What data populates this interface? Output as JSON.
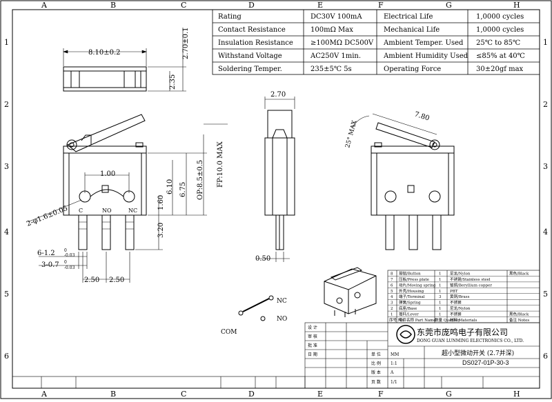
{
  "frame": {
    "columns": [
      "A",
      "B",
      "C",
      "D",
      "E",
      "F",
      "G",
      "H"
    ],
    "rows": [
      "1",
      "2",
      "3",
      "4",
      "5",
      "6"
    ]
  },
  "spec_table": [
    {
      "param": "Rating",
      "value": "DC30V 100mA",
      "param2": "Electrical Life",
      "value2": "1,0000 cycles"
    },
    {
      "param": "Contact Resistance",
      "value": "100mΩ Max",
      "param2": "Mechanical Life",
      "value2": "1,0000 cycles"
    },
    {
      "param": "Insulation Resistance",
      "value": "≥100MΩ DC500V",
      "param2": "Ambient Temper. Used",
      "value2": "25℃ to 85℃"
    },
    {
      "param": "Withstand Voltage",
      "value": "AC250V 1min.",
      "param2": "Ambient Humidity Used",
      "value2": "≤85% at 40℃"
    },
    {
      "param": "Soldering Temper.",
      "value": "235±5℃ 5s",
      "param2": "Operating Force",
      "value2": "30±20gf max"
    }
  ],
  "dimensions": {
    "body_width": "8.10±0.2",
    "top_height": "2.70±0.1",
    "top_inner": "2.35",
    "pitch": "1.00",
    "h610": "6.10",
    "h675": "6.75",
    "op": "OP:8.5±0.5",
    "fp": "FP:10.0 MAX",
    "h160": "1.60",
    "h320": "3.20",
    "hole": "2-φ1.6±0.05",
    "pin_w": "6-1.2",
    "pin_t": "3-0.7",
    "tol_up": "0",
    "tol_dn": "-0.03",
    "pitch_a": "2.50",
    "pitch_b": "2.50",
    "side_width": "2.70",
    "side_pin": "0.50",
    "lever_len": "7.80",
    "lever_angle": "25° MAX"
  },
  "pins": {
    "c": "C",
    "no": "NO",
    "nc": "NC"
  },
  "schematic": {
    "nc": "NC",
    "no": "NO",
    "com": "COM"
  },
  "bom": [
    {
      "no": "8",
      "name": "按钮/Button",
      "qty": "1",
      "mat": "尼龙/Nylon",
      "note": "黑色/Black"
    },
    {
      "no": "7",
      "name": "压板/Press plate",
      "qty": "1",
      "mat": "不锈钢/Stainless steel",
      "note": ""
    },
    {
      "no": "6",
      "name": "动片/Moving spring",
      "qty": "1",
      "mat": "铍铜/Beryllium copper",
      "note": ""
    },
    {
      "no": "5",
      "name": "外壳/Housing",
      "qty": "1",
      "mat": "PBT",
      "note": ""
    },
    {
      "no": "4",
      "name": "端子/Terminal",
      "qty": "3",
      "mat": "黄铜/Brass",
      "note": ""
    },
    {
      "no": "3",
      "name": "弹簧/Spring",
      "qty": "1",
      "mat": "不锈钢",
      "note": ""
    },
    {
      "no": "2",
      "name": "底座/Base",
      "qty": "1",
      "mat": "尼龙/Nylon",
      "note": ""
    },
    {
      "no": "1",
      "name": "摇杆/Lever",
      "qty": "1",
      "mat": "不锈钢",
      "note": "黑色/Black"
    }
  ],
  "bom_header": {
    "no": "序号 No.",
    "name": "零件名称 Part Name",
    "qty": "数量 Quantity",
    "mat": "材料 Materials",
    "note": "备注 Notes"
  },
  "title_block": {
    "company_cn": "东莞市庞鸣电子有限公司",
    "company_en": "DONG GUAN LUNMING ELECTRONICS CO., LTD.",
    "product": "超小型微动开关 (2.7并深)",
    "drawing_no": "DS027-01P-30-3",
    "labels": [
      "设 计",
      "审 核",
      "批 准",
      "日 期",
      "单 位",
      "比 例",
      "版 本",
      "页 数"
    ],
    "values": [
      "",
      "",
      "",
      "",
      "MM",
      "1:1",
      "A",
      "1/1"
    ]
  }
}
